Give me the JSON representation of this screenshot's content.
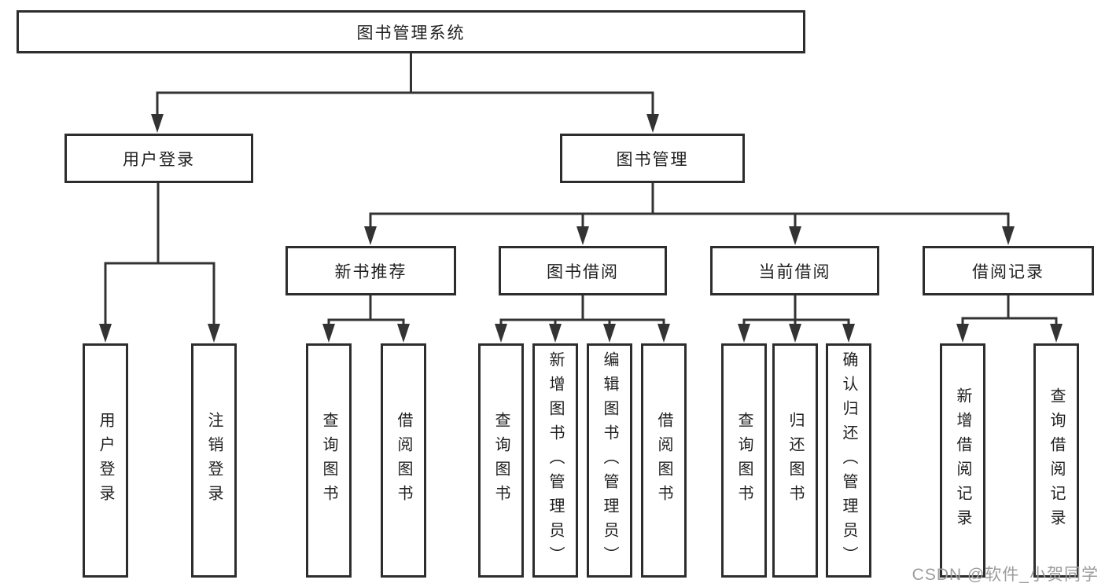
{
  "title": {
    "label": "图书管理系统"
  },
  "branches": {
    "user_login": {
      "label": "用户登录"
    },
    "book_management": {
      "label": "图书管理"
    }
  },
  "sections": {
    "new_book_recommend": {
      "label": "新书推荐"
    },
    "book_borrowing": {
      "label": "图书借阅"
    },
    "current_borrowing": {
      "label": "当前借阅"
    },
    "borrowing_records": {
      "label": "借阅记录"
    }
  },
  "leaves": {
    "user_login": "用户登录",
    "logout": "注销登录",
    "recommend_query_books": "查询图书",
    "recommend_borrow_books": "借阅图书",
    "borrowing_query_books": "查询图书",
    "borrowing_add_books_admin": "新增图书（管理员）",
    "borrowing_edit_books_admin": "编辑图书（管理员）",
    "borrowing_borrow_books": "借阅图书",
    "current_query_books": "查询图书",
    "current_return_books": "归还图书",
    "current_confirm_return_admin": "确认归还（管理员）",
    "records_add_borrow_record": "新增借阅记录",
    "records_query_borrow_record": "查询借阅记录"
  },
  "watermark": "CSDN @软件_小贺同学",
  "colors": {
    "line": "#333333",
    "box_border": "#2d2d2d",
    "text": "#1f1f1f",
    "watermark": "#9c9c9c",
    "background": "#ffffff"
  }
}
